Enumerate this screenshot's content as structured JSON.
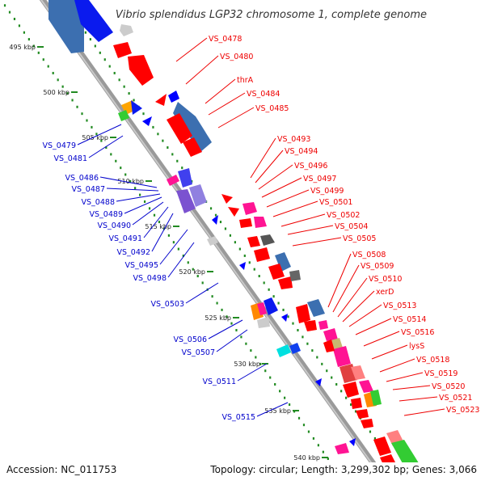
{
  "title": "Vibrio splendidus LGP32 chromosome 1, complete genome",
  "footer": {
    "accession": "Accession: NC_011753",
    "summary": "Topology: circular; Length: 3,299,302 bp; Genes: 3,066"
  },
  "colors": {
    "backbone": "#999999",
    "forward_track": "#ff0000",
    "reverse_track": "#0000ff",
    "tick": "#228b22",
    "label_forward": "#ee0000",
    "label_reverse": "#0000cc"
  },
  "kbp_marks": [
    "495 kbp",
    "500 kbp",
    "505 kbp",
    "510 kbp",
    "515 kbp",
    "520 kbp",
    "525 kbp",
    "530 kbp",
    "535 kbp",
    "540 kbp"
  ],
  "forward_labels": [
    "VS_0478",
    "VS_0480",
    "thrA",
    "VS_0484",
    "VS_0485",
    "VS_0493",
    "VS_0494",
    "VS_0496",
    "VS_0497",
    "VS_0499",
    "VS_0501",
    "VS_0502",
    "VS_0504",
    "VS_0505",
    "VS_0508",
    "VS_0509",
    "VS_0510",
    "xerD",
    "VS_0513",
    "VS_0514",
    "VS_0516",
    "lysS",
    "VS_0518",
    "VS_0519",
    "VS_0520",
    "VS_0521",
    "VS_0523"
  ],
  "reverse_labels": [
    "VS_0479",
    "VS_0481",
    "VS_0486",
    "VS_0487",
    "VS_0488",
    "VS_0489",
    "VS_0490",
    "VS_0491",
    "VS_0492",
    "VS_0495",
    "VS_0498",
    "VS_0503",
    "VS_0506",
    "VS_0507",
    "VS_0511",
    "VS_0515"
  ]
}
